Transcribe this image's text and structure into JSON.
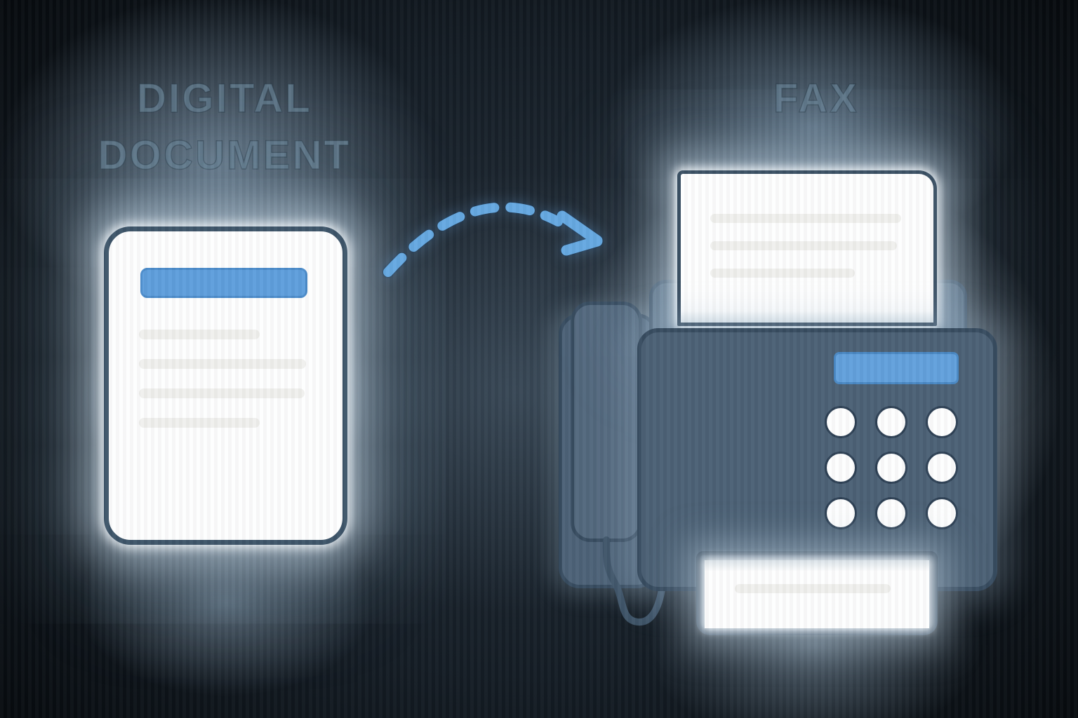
{
  "diagram": {
    "left_label": {
      "lines": [
        "DIGITAL",
        "DOCUMENT"
      ]
    },
    "right_label": "FAX",
    "flow": "digital document sent to fax machine"
  },
  "colors": {
    "accent_blue": "#5f9fdd",
    "display_blue": "#63a1dd",
    "arrow_blue": "#66a9e2",
    "body_fill": "#4c6175",
    "body_outline": "#384c60",
    "cradle_fill": "#4d6277",
    "handset_fill": "#53687d",
    "paper_border": "#3b5064",
    "doc_border": "#3e5569",
    "placeholder_line": "#f1f1ee",
    "label_text": "#60788a"
  },
  "document": {
    "placeholder_lines": [
      172,
      238,
      236,
      172
    ]
  },
  "fax": {
    "top_paper_lines": [
      272,
      266,
      206
    ],
    "bottom_paper_lines": [
      222
    ],
    "keypad": {
      "rows": 3,
      "cols": 3
    }
  }
}
